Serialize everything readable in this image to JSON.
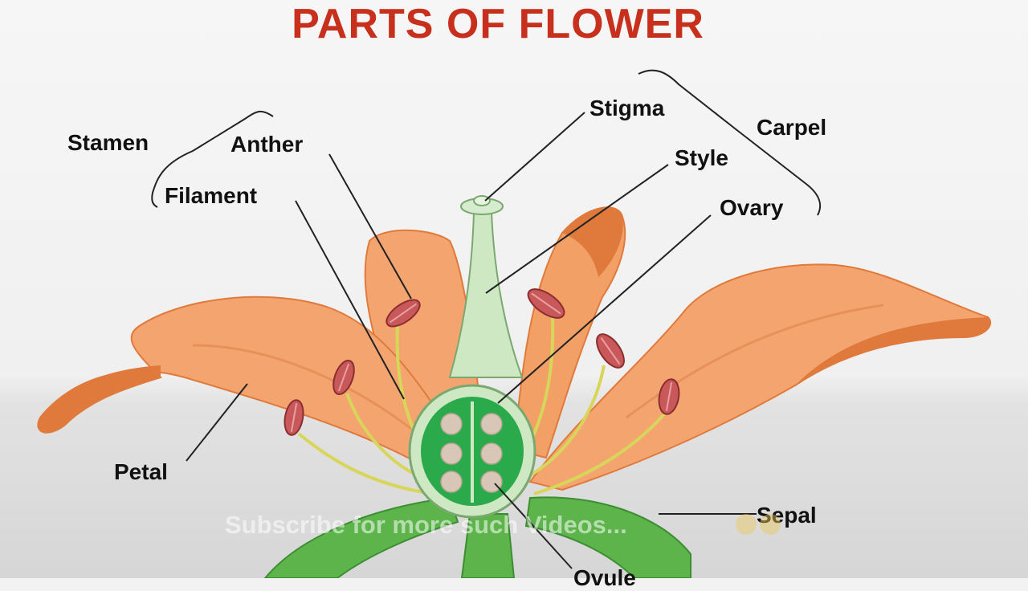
{
  "title": "PARTS OF FLOWER",
  "labels": {
    "stamen": "Stamen",
    "anther": "Anther",
    "filament": "Filament",
    "stigma": "Stigma",
    "style": "Style",
    "carpel": "Carpel",
    "ovary": "Ovary",
    "petal": "Petal",
    "sepal": "Sepal",
    "ovule": "Ovule"
  },
  "overlay_text": "Subscribe for more such Videos...",
  "colors": {
    "title": "#c8301e",
    "petal": "#f4a56f",
    "petal_dark": "#e07a3c",
    "ovary": "#2aaa4a",
    "sepal": "#5cb44a",
    "anther": "#c8585a",
    "filament": "#d8d65a"
  }
}
